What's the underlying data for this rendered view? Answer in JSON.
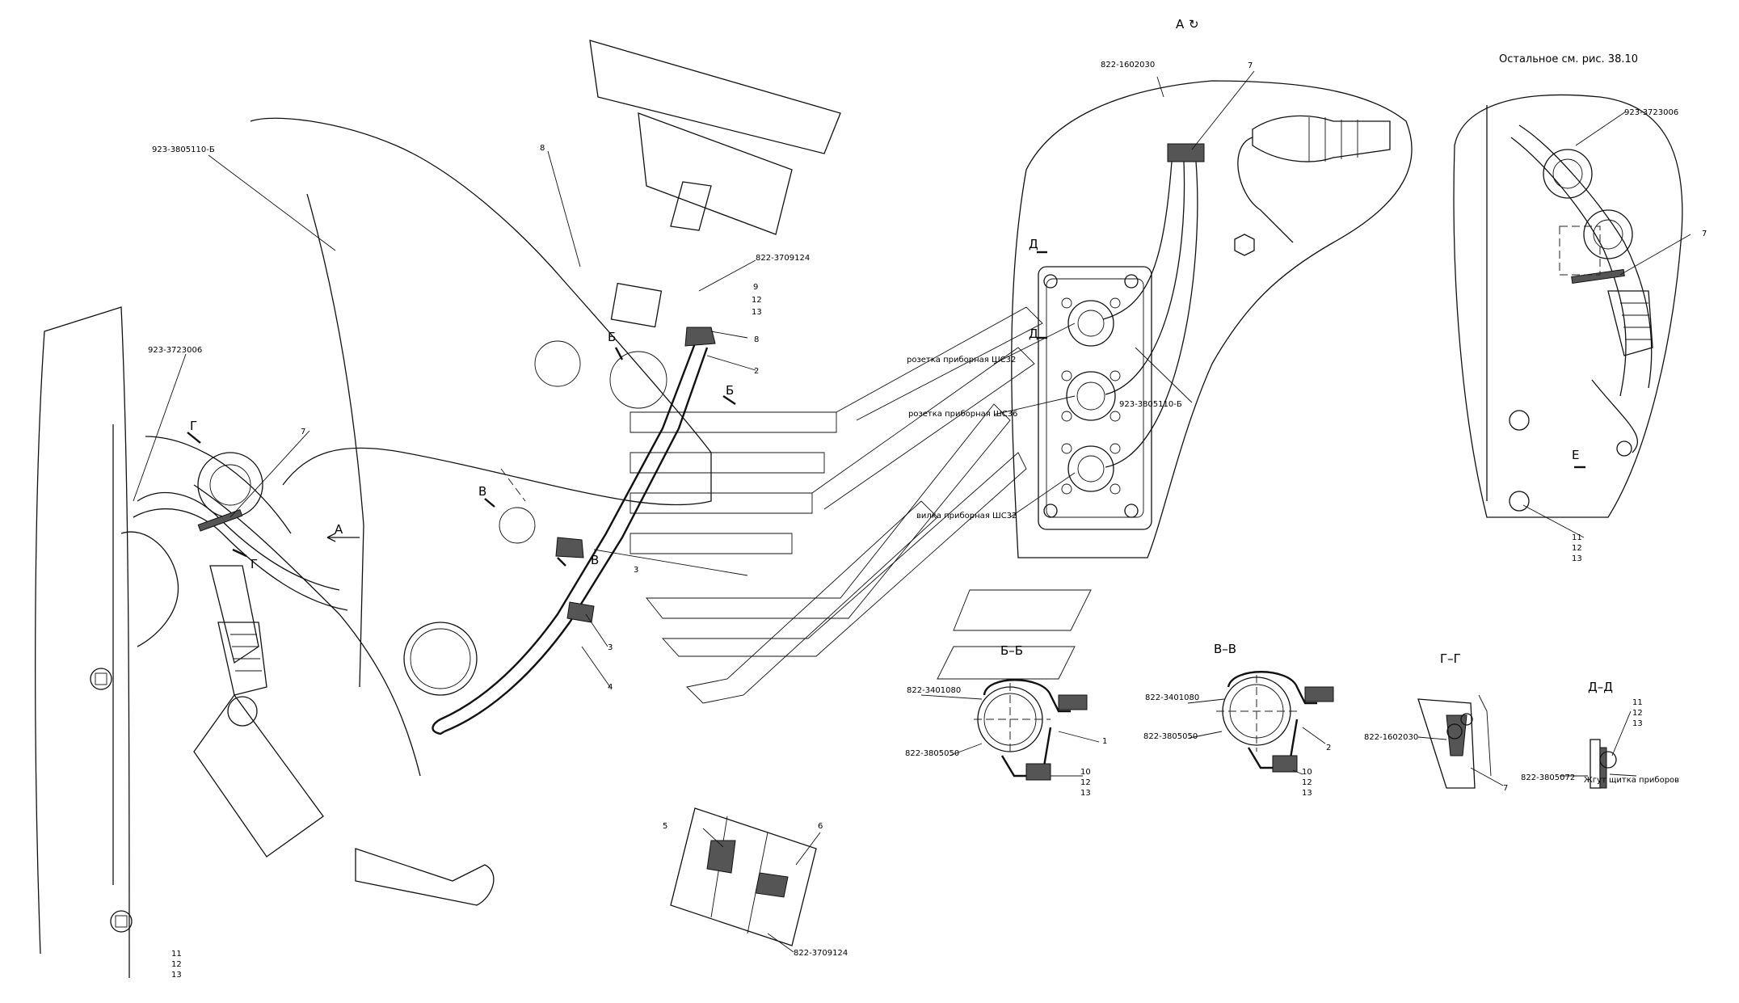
{
  "view_labels": {
    "view_a": "А",
    "remainder_note": "Остальное см. рис. 38.10",
    "section_bb": "Б–Б",
    "section_vv": "В–В",
    "section_gg": "Г–Г",
    "section_dd": "Д–Д",
    "cut_a": "А",
    "cut_b": "Б",
    "cut_v": "В",
    "cut_g": "Г",
    "cut_d": "Д",
    "cut_e": "Е"
  },
  "part_numbers": {
    "p_923_3805110_b": "923-3805110-Б",
    "p_923_3723006": "923-3723006",
    "p_822_3709124": "822-3709124",
    "p_822_1602030": "822-1602030",
    "p_822_3401080": "822-3401080",
    "p_822_3805050": "822-3805050",
    "p_822_3805072": "822-3805072"
  },
  "callouts": {
    "c1": "1",
    "c2": "2",
    "c3": "3",
    "c4": "4",
    "c5": "5",
    "c6": "6",
    "c7": "7",
    "c8": "8",
    "c9": "9",
    "c10": "10",
    "c11": "11",
    "c12": "12",
    "c13": "13"
  },
  "connector_labels": {
    "socket_sh32": "розетка приборная ШС32",
    "socket_sh36": "розетка приборная ШС36",
    "plug_sh32": "вилка приборная ШС32",
    "harness_panel": "Жгут щитка приборов"
  }
}
